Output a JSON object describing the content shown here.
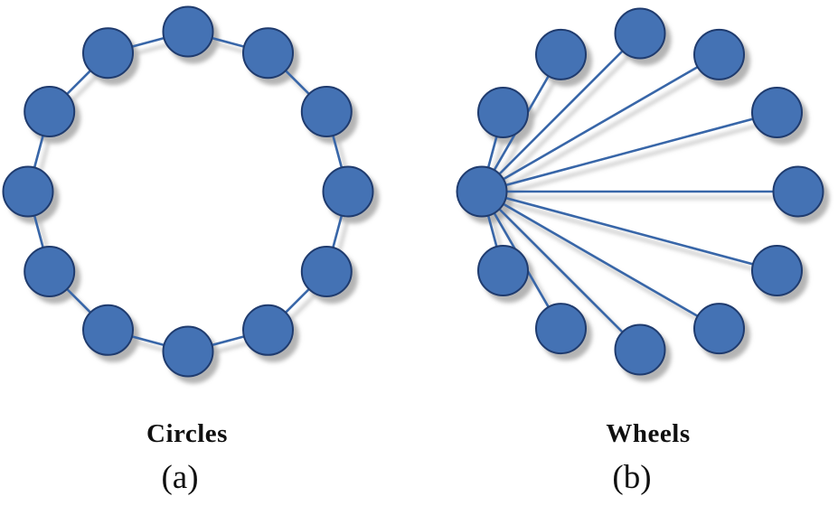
{
  "figure": {
    "background": "#ffffff",
    "style": {
      "node_fill": "#4472B4",
      "node_stroke": "#1F3B6E",
      "node_stroke_width": 2,
      "node_radius": 27.5,
      "edge_color": "#3866A8",
      "edge_width": 2.6,
      "shadow_color": "rgba(105,105,105,0.5)",
      "text_color": "#101010"
    },
    "panels": [
      {
        "id": "a",
        "label": "Circles",
        "caption": "(a)",
        "type": "ring",
        "node_count": 12,
        "nodes": [
          [
            208,
            35
          ],
          [
            296.5,
            58.7
          ],
          [
            361.3,
            123.5
          ],
          [
            385,
            212
          ],
          [
            361.3,
            300.5
          ],
          [
            296.5,
            365.3
          ],
          [
            208,
            389
          ],
          [
            119.5,
            365.3
          ],
          [
            54.7,
            300.5
          ],
          [
            31,
            212
          ],
          [
            54.7,
            123.5
          ],
          [
            119.5,
            58.7
          ]
        ],
        "edges": [
          [
            0,
            1
          ],
          [
            1,
            2
          ],
          [
            2,
            3
          ],
          [
            3,
            4
          ],
          [
            4,
            5
          ],
          [
            5,
            6
          ],
          [
            6,
            7
          ],
          [
            7,
            8
          ],
          [
            8,
            9
          ],
          [
            9,
            10
          ],
          [
            10,
            11
          ],
          [
            11,
            0
          ]
        ]
      },
      {
        "id": "b",
        "label": "Wheels",
        "caption": "(b)",
        "type": "star",
        "node_count": 12,
        "hub_index": 0,
        "nodes": [
          [
            533,
            212
          ],
          [
            708,
            37
          ],
          [
            795.5,
            60.4
          ],
          [
            859.5,
            124.5
          ],
          [
            883,
            212
          ],
          [
            859.5,
            299.5
          ],
          [
            795.5,
            363.6
          ],
          [
            708,
            387
          ],
          [
            620.5,
            363.6
          ],
          [
            556.5,
            299.5
          ],
          [
            556.5,
            124.5
          ],
          [
            620.5,
            60.4
          ]
        ],
        "edges": [
          [
            0,
            1
          ],
          [
            0,
            2
          ],
          [
            0,
            3
          ],
          [
            0,
            4
          ],
          [
            0,
            5
          ],
          [
            0,
            6
          ],
          [
            0,
            7
          ],
          [
            0,
            8
          ],
          [
            0,
            9
          ],
          [
            0,
            10
          ],
          [
            0,
            11
          ]
        ]
      }
    ]
  }
}
